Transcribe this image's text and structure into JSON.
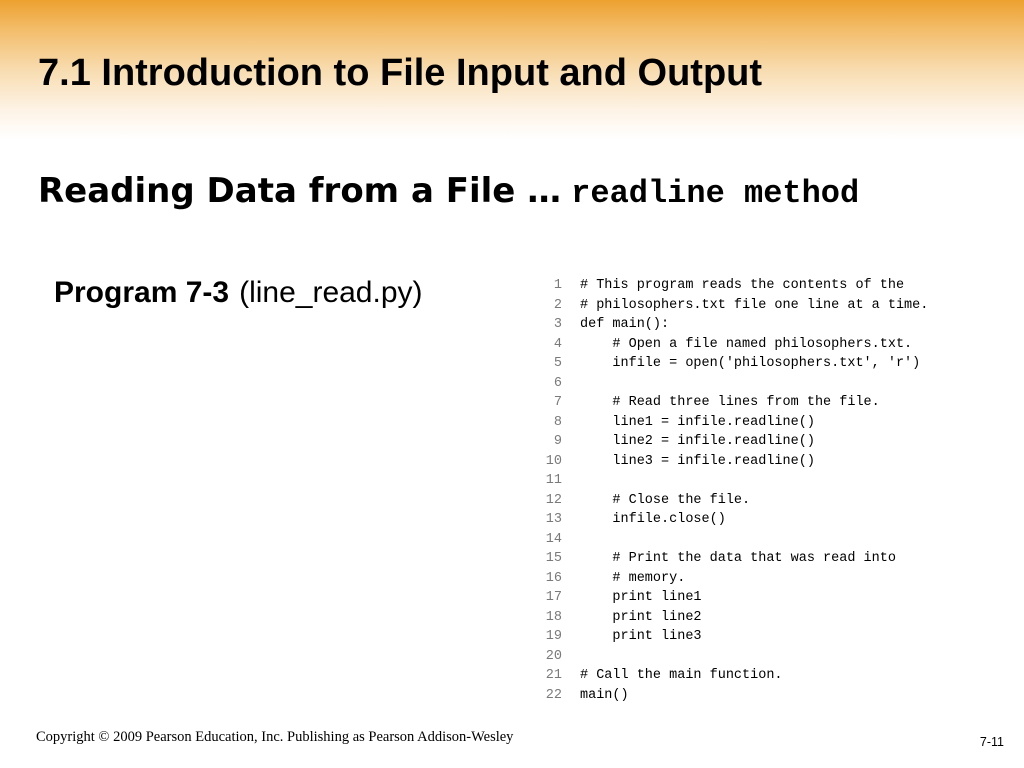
{
  "slide": {
    "title": "7.1 Introduction to File Input and Output",
    "subtitle_main": "Reading Data from a File …",
    "subtitle_code": "readline method",
    "program_number": "Program 7-3",
    "program_file": "(line_read.py)"
  },
  "code": {
    "lines": [
      {
        "n": "1",
        "text": "# This program reads the contents of the"
      },
      {
        "n": "2",
        "text": "# philosophers.txt file one line at a time."
      },
      {
        "n": "3",
        "text": "def main():"
      },
      {
        "n": "4",
        "text": "    # Open a file named philosophers.txt."
      },
      {
        "n": "5",
        "text": "    infile = open('philosophers.txt', 'r')"
      },
      {
        "n": "6",
        "text": ""
      },
      {
        "n": "7",
        "text": "    # Read three lines from the file."
      },
      {
        "n": "8",
        "text": "    line1 = infile.readline()"
      },
      {
        "n": "9",
        "text": "    line2 = infile.readline()"
      },
      {
        "n": "10",
        "text": "    line3 = infile.readline()"
      },
      {
        "n": "11",
        "text": ""
      },
      {
        "n": "12",
        "text": "    # Close the file."
      },
      {
        "n": "13",
        "text": "    infile.close()"
      },
      {
        "n": "14",
        "text": ""
      },
      {
        "n": "15",
        "text": "    # Print the data that was read into"
      },
      {
        "n": "16",
        "text": "    # memory."
      },
      {
        "n": "17",
        "text": "    print line1"
      },
      {
        "n": "18",
        "text": "    print line2"
      },
      {
        "n": "19",
        "text": "    print line3"
      },
      {
        "n": "20",
        "text": ""
      },
      {
        "n": "21",
        "text": "# Call the main function."
      },
      {
        "n": "22",
        "text": "main()"
      }
    ]
  },
  "footer": {
    "copyright": "Copyright © 2009 Pearson Education, Inc. Publishing as Pearson Addison-Wesley",
    "page_number": "7-11"
  },
  "colors": {
    "header_accent": "#eda12f",
    "line_number": "#7a7a7a",
    "text": "#000000"
  }
}
